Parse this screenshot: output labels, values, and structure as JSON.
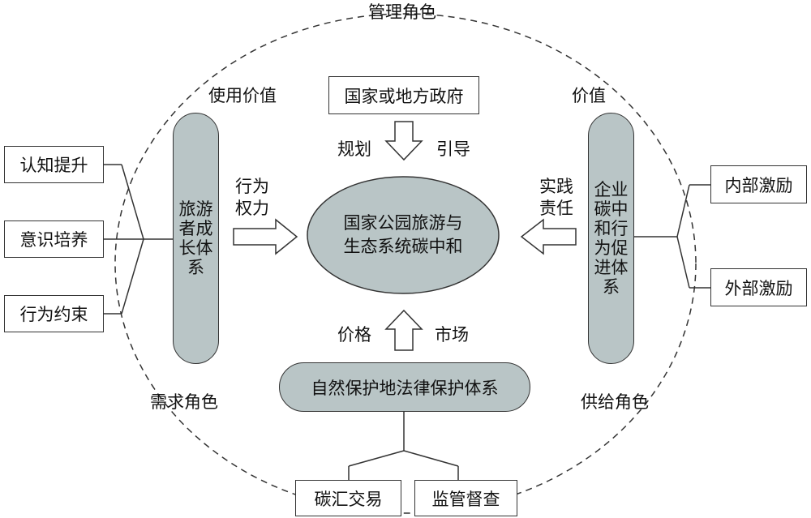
{
  "roles": {
    "management": "管理角色",
    "demand": "需求角色",
    "supply": "供给角色"
  },
  "values": {
    "use_value": "使用价值",
    "value": "价值"
  },
  "government_box": "国家或地方政府",
  "top_arrow": {
    "left_label": "规划",
    "right_label": "引导"
  },
  "bottom_arrow": {
    "left_label": "价格",
    "right_label": "市场"
  },
  "left_arrow_label": "行为\n权力",
  "right_arrow_label": "实践\n责任",
  "center_ellipse": "国家公园旅游与\n生态系统碳中和",
  "left_pill": "旅游\n者成\n长体\n系",
  "right_pill": "企业\n碳中\n和行\n为促\n进体\n系",
  "bottom_pill": "自然保护地法律保护体系",
  "left_boxes": [
    "认知提升",
    "意识培养",
    "行为约束"
  ],
  "right_boxes": [
    "内部激励",
    "外部激励"
  ],
  "bottom_boxes": [
    "碳汇交易",
    "监管督查"
  ],
  "colors": {
    "pill_fill": "#b9c5c6",
    "stroke": "#333333"
  }
}
